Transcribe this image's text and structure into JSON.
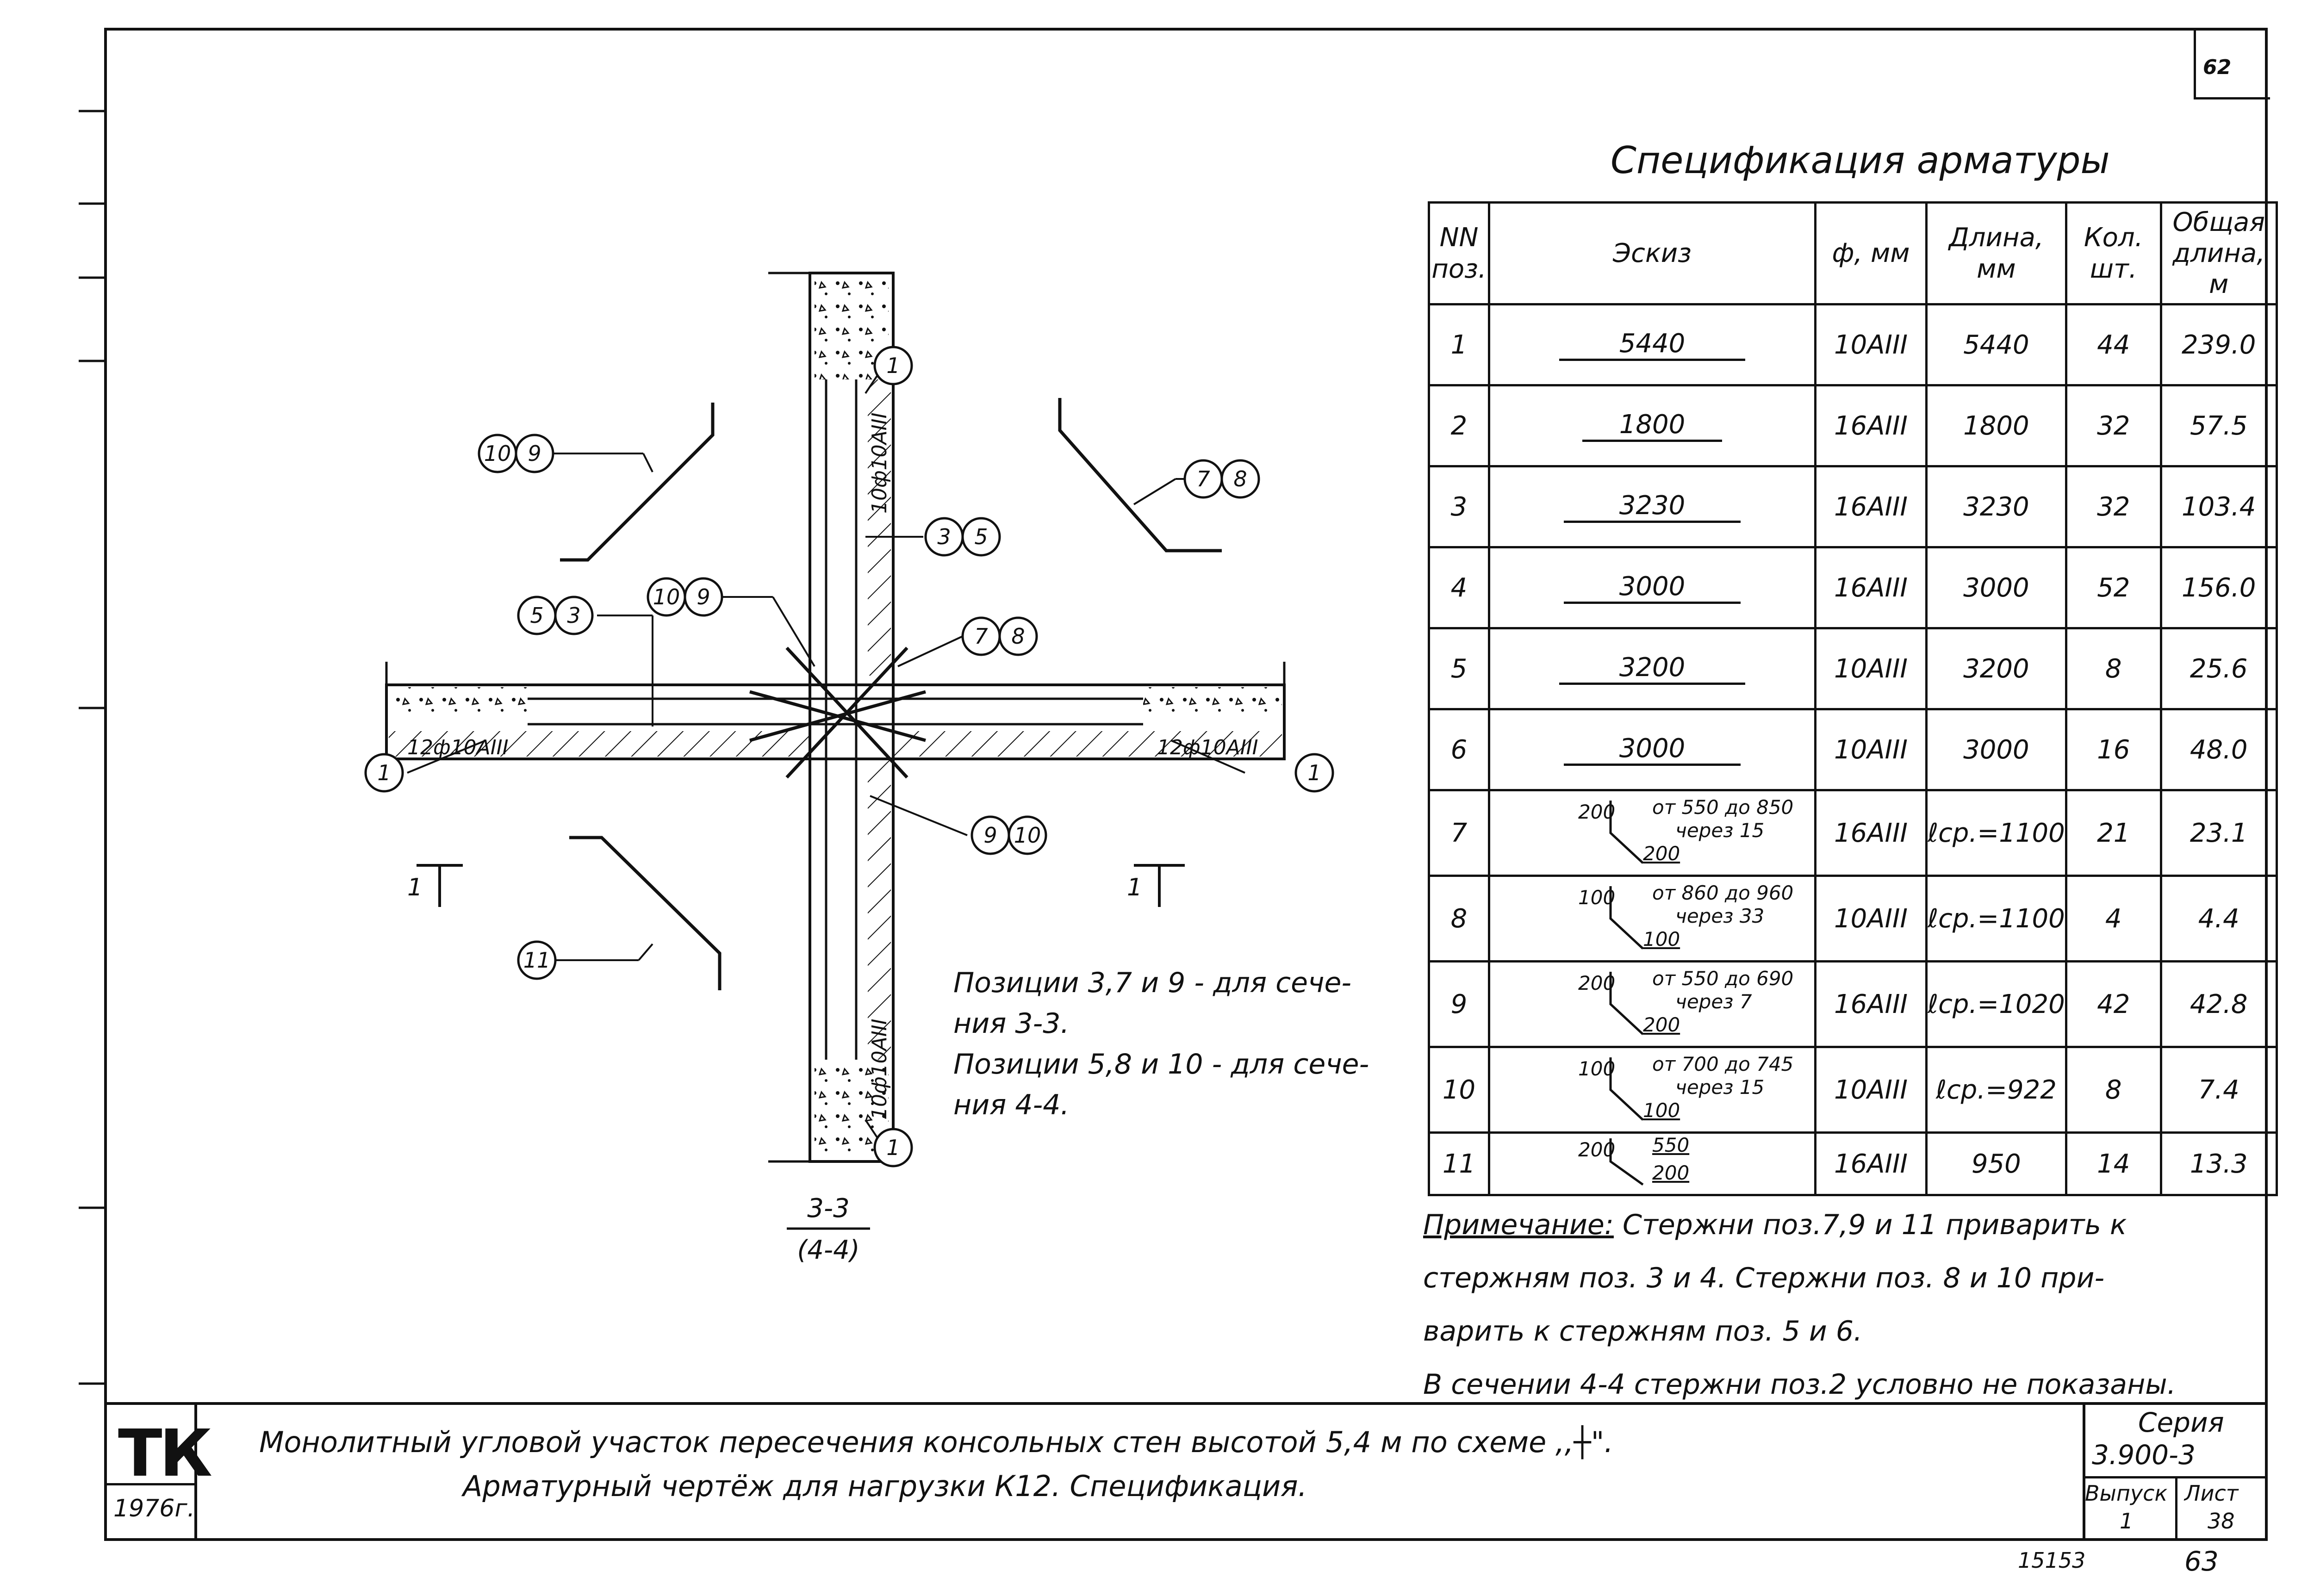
{
  "sheet_number": "62",
  "spec": {
    "title": "Спецификация арматуры",
    "headers": {
      "pos": "NN поз.",
      "sketch": "Эскиз",
      "diameter": "ф, мм",
      "length": "Длина, мм",
      "count": "Кол. шт.",
      "total": "Общая длина, м"
    },
    "rows": [
      {
        "pos": "1",
        "sketch": "5440",
        "diameter": "10АIII",
        "length": "5440",
        "count": "44",
        "total": "239.0"
      },
      {
        "pos": "2",
        "sketch": "1800",
        "diameter": "16АIII",
        "length": "1800",
        "count": "32",
        "total": "57.5"
      },
      {
        "pos": "3",
        "sketch": "3230",
        "diameter": "16АIII",
        "length": "3230",
        "count": "32",
        "total": "103.4"
      },
      {
        "pos": "4",
        "sketch": "3000",
        "diameter": "16АIII",
        "length": "3000",
        "count": "52",
        "total": "156.0"
      },
      {
        "pos": "5",
        "sketch": "3200",
        "diameter": "10АIII",
        "length": "3200",
        "count": "8",
        "total": "25.6"
      },
      {
        "pos": "6",
        "sketch": "3000",
        "diameter": "10АIII",
        "length": "3000",
        "count": "16",
        "total": "48.0"
      },
      {
        "pos": "7",
        "sk_leg": "200",
        "sk_range": "от 550 до 850",
        "sk_step": "через 15",
        "sk_base": "200",
        "diameter": "16АIII",
        "length": "ℓср.=1100",
        "count": "21",
        "total": "23.1"
      },
      {
        "pos": "8",
        "sk_leg": "100",
        "sk_range": "от 860 до 960",
        "sk_step": "через 33",
        "sk_base": "100",
        "diameter": "10АIII",
        "length": "ℓср.=1100",
        "count": "4",
        "total": "4.4"
      },
      {
        "pos": "9",
        "sk_leg": "200",
        "sk_range": "от 550 до 690",
        "sk_step": "через 7",
        "sk_base": "200",
        "diameter": "16АIII",
        "length": "ℓср.=1020",
        "count": "42",
        "total": "42.8"
      },
      {
        "pos": "10",
        "sk_leg": "100",
        "sk_range": "от 700 до 745",
        "sk_step": "через 15",
        "sk_base": "100",
        "diameter": "10АIII",
        "length": "ℓср.=922",
        "count": "8",
        "total": "7.4"
      },
      {
        "pos": "11",
        "sk_leg": "200",
        "sk_range": "550",
        "sk_step": "",
        "sk_base": "200",
        "diameter": "16АIII",
        "length": "950",
        "count": "14",
        "total": "13.3"
      }
    ]
  },
  "note": {
    "label": "Примечание:",
    "line1": "Стержни поз.7,9 и 11 приварить к",
    "line2": "стержням поз. 3 и 4.  Стержни поз. 8 и 10 при-",
    "line3": "варить к стержням поз. 5 и 6.",
    "line4": "В сечении 4-4 стержни поз.2 условно не показаны."
  },
  "positions_note": {
    "line1": "Позиции 3,7 и 9 - для сече-",
    "line2": "ния 3-3.",
    "line3": "Позиции 5,8 и 10 - для сече-",
    "line4": "ния 4-4."
  },
  "drawing": {
    "section_top": "3-3",
    "section_bottom": "(4-4)",
    "bar_label_left": "12ф10АIII",
    "bar_label_right": "12ф10АIII",
    "bar_label_vertical_top": "10ф10АIII",
    "bar_label_vertical_bottom": "10ф10АIII",
    "callouts": {
      "c1": "1",
      "c10a": "10",
      "c9a": "9",
      "c7a": "7",
      "c8a": "8",
      "c3a": "3",
      "c5a": "5",
      "c5b": "5",
      "c3b": "3",
      "c10b": "10",
      "c9b": "9",
      "c7b": "7",
      "c8b": "8",
      "c9c": "9",
      "c10c": "10",
      "c11": "11"
    },
    "cut_marks": [
      "1",
      "1"
    ]
  },
  "title_block": {
    "org": "ТК",
    "year": "1976г.",
    "title_line1": "Монолитный угловой участок пересечения  консольных стен  высотой 5,4 м  по схеме ,,┼\".",
    "title_line2": "Арматурный чертёж для нагрузки К12.  Спецификация.",
    "series_label": "Серия",
    "series_value": "3.900-3",
    "issue_label": "Выпуск",
    "issue_value": "1",
    "sheet_label": "Лист",
    "sheet_value": "38"
  },
  "footer": {
    "archive_no": "15153",
    "page_no": "63"
  }
}
